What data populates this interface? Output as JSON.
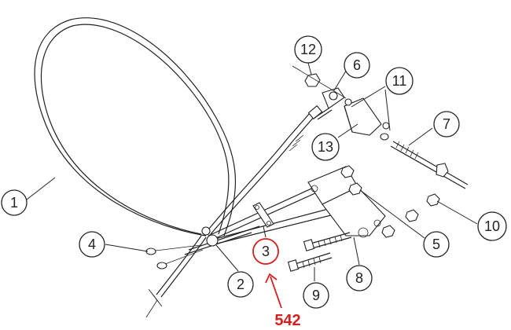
{
  "callouts": {
    "c1": "1",
    "c2": "2",
    "c3": "3",
    "c4": "4",
    "c5": "5",
    "c6": "6",
    "c7": "7",
    "c8": "8",
    "c9": "9",
    "c10": "10",
    "c11": "11",
    "c12": "12",
    "c13": "13"
  },
  "highlight": {
    "part": "3",
    "reference": "542"
  },
  "colors": {
    "line": "#222222",
    "highlight": "#d62020",
    "background": "#ffffff"
  }
}
